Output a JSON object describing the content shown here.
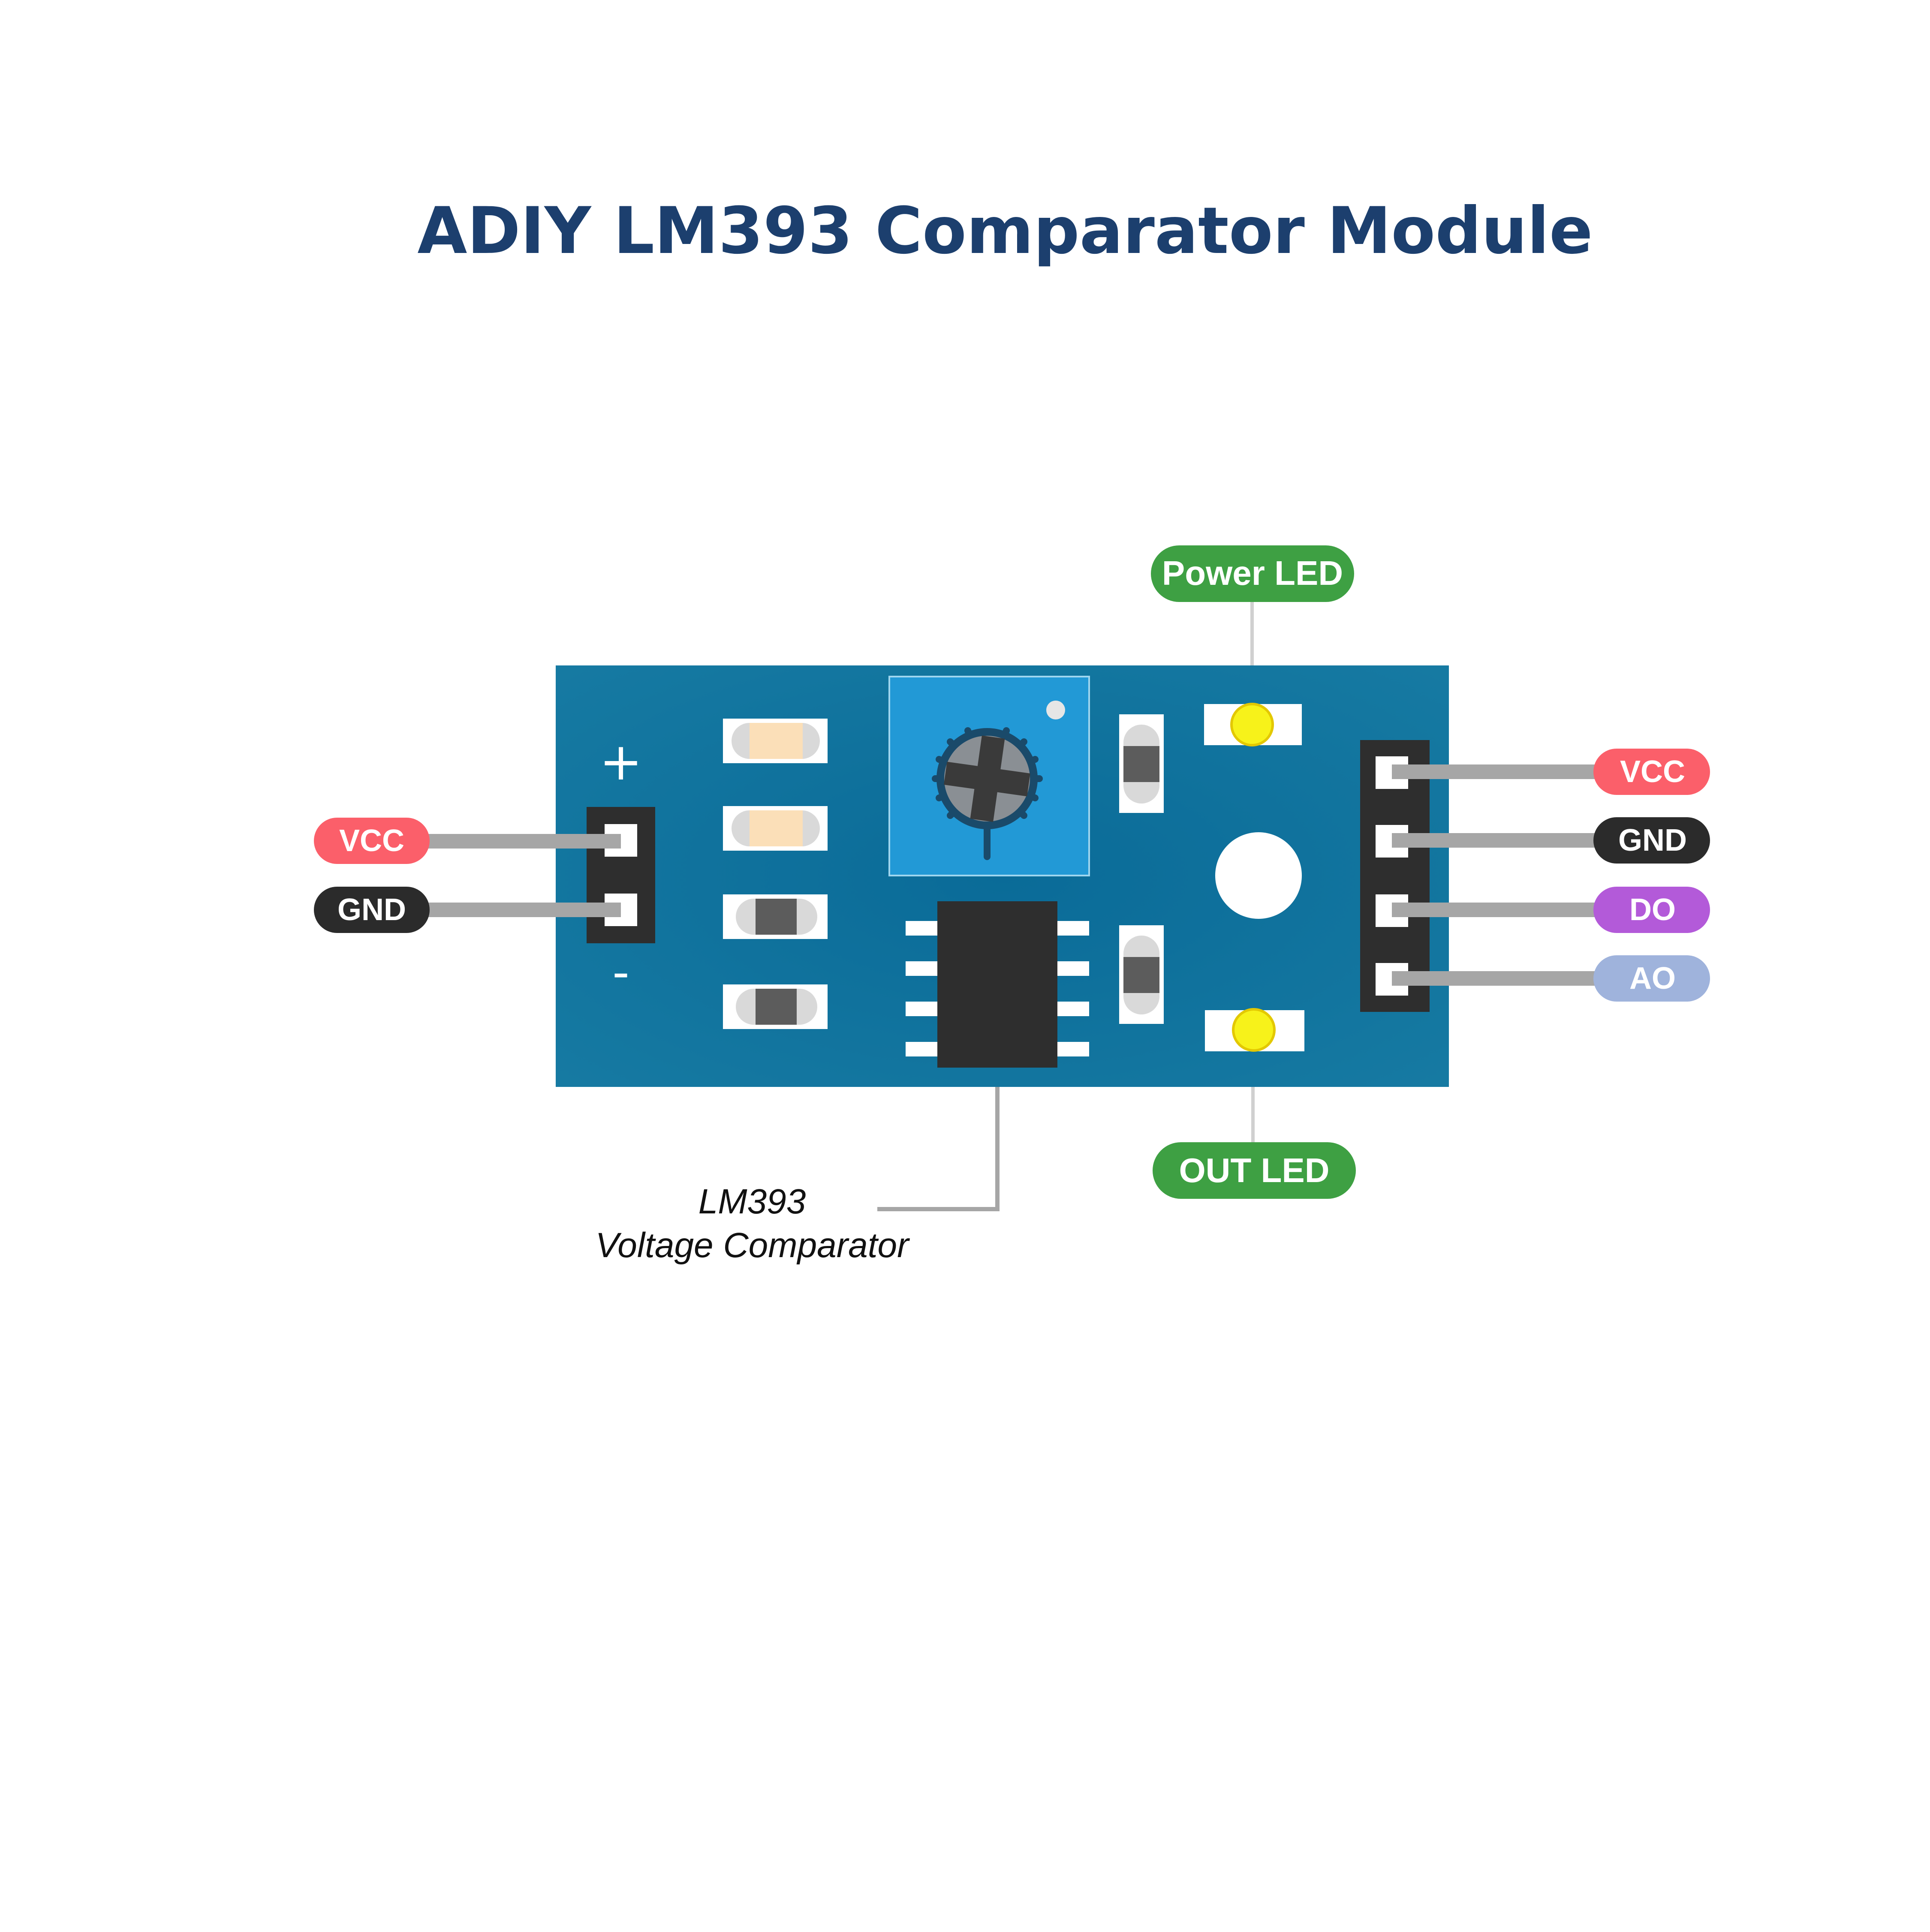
{
  "title": "ADIY LM393 Comparator Module",
  "colors": {
    "title": "#1c3f6e",
    "pcb": "#136f9a",
    "vcc": "#fb5f6a",
    "gnd": "#2b2b2b",
    "do": "#b35ad9",
    "ao": "#9fb3dc",
    "led_label": "#3ea043",
    "led": "#f7f21a",
    "wire": "#a6a6a6"
  },
  "left_header": {
    "plus": "+",
    "minus": "-",
    "pins": [
      {
        "label": "VCC",
        "color": "#fb5f6a"
      },
      {
        "label": "GND",
        "color": "#2b2b2b"
      }
    ]
  },
  "right_header": {
    "pins": [
      {
        "label": "VCC",
        "color": "#fb5f6a"
      },
      {
        "label": "GND",
        "color": "#2b2b2b"
      },
      {
        "label": "DO",
        "color": "#b35ad9"
      },
      {
        "label": "AO",
        "color": "#9fb3dc"
      }
    ]
  },
  "led_labels": {
    "power": "Power LED",
    "out": "OUT LED"
  },
  "chip_label": {
    "line1": "LM393",
    "line2": "Voltage Comparator"
  }
}
